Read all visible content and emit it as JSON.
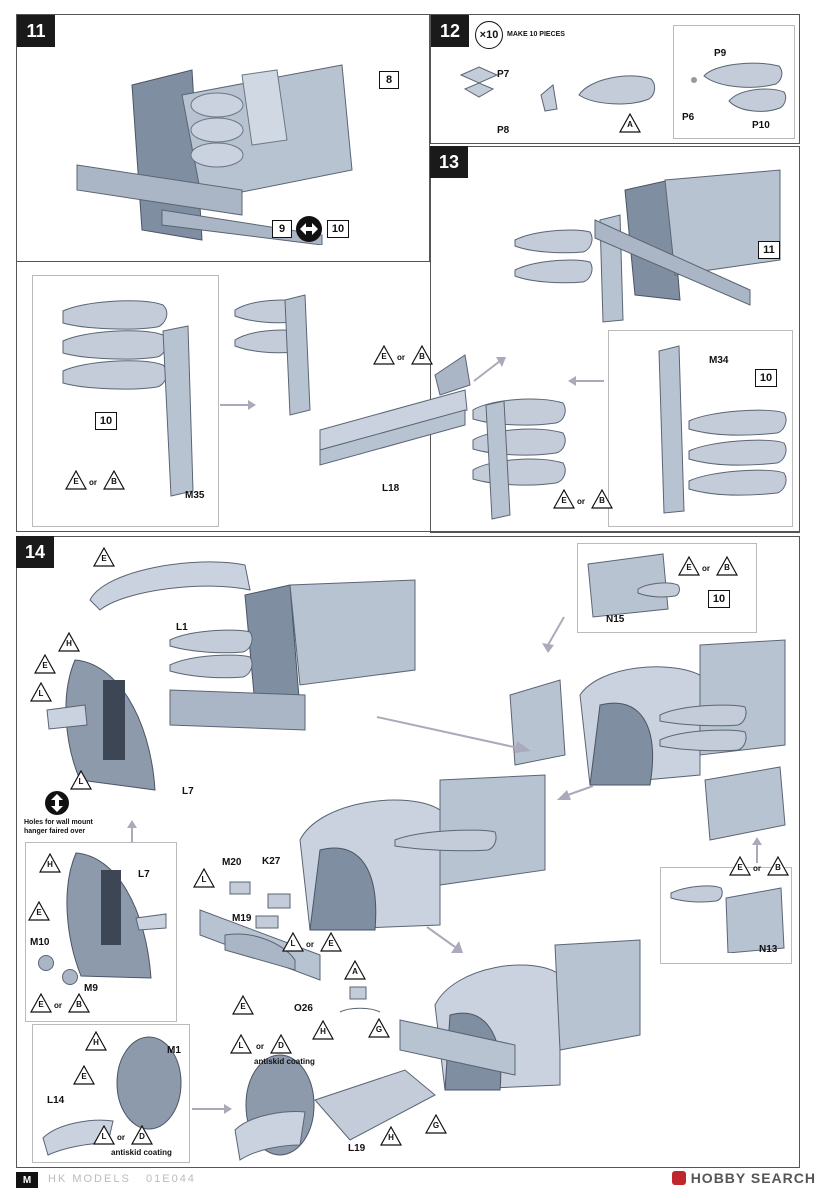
{
  "steps": {
    "s11": {
      "num": "11",
      "ref_8": "8",
      "ref_9": "9",
      "ref_10": "10"
    },
    "s12": {
      "num": "12",
      "multiplier": "×10",
      "note": "MAKE 10 PIECES",
      "parts": {
        "p7": "P7",
        "p8": "P8",
        "p6": "P6",
        "p9": "P9",
        "p10": "P10"
      },
      "color_a": "A"
    },
    "s13": {
      "num": "13",
      "ref_11": "11",
      "ref_10a": "10",
      "ref_10b": "10",
      "m35": "M35",
      "m34": "M34",
      "l18": "L18",
      "color_e": "E",
      "color_b": "B",
      "or": "or"
    },
    "s14": {
      "num": "14",
      "l1": "L1",
      "l7a": "L7",
      "l7b": "L7",
      "n15": "N15",
      "n13": "N13",
      "ref_10": "10",
      "m20": "M20",
      "k27": "K27",
      "m19": "M19",
      "o26": "O26",
      "m10": "M10",
      "m9": "M9",
      "m1": "M1",
      "l14": "L14",
      "l19": "L19",
      "wall_note": "Holes for wall mount hanger faired over",
      "antiskid": "antiskid coating",
      "colors": {
        "e": "E",
        "h": "H",
        "l": "L",
        "b": "B",
        "d": "D",
        "a": "A",
        "g": "G"
      },
      "or": "or"
    }
  },
  "footer": {
    "brand": "HK MODELS",
    "code": "01E044",
    "watermark": "HOBBY SEARCH"
  }
}
